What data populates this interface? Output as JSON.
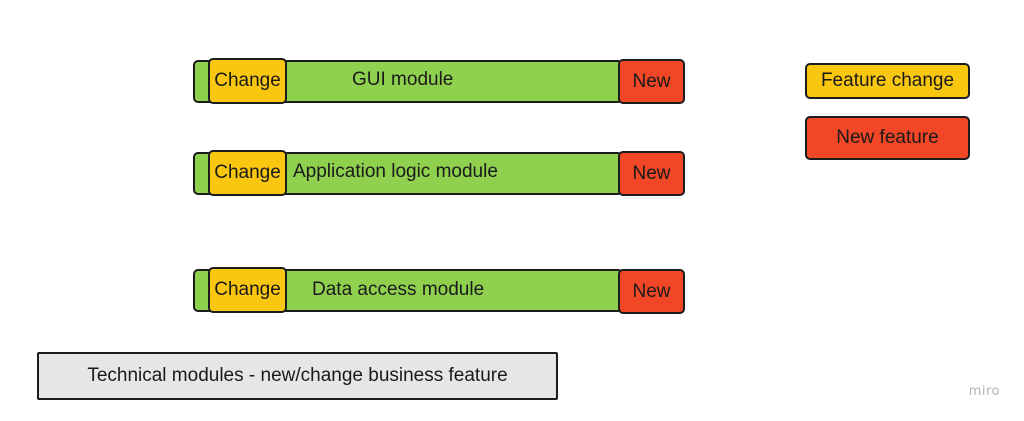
{
  "modules": [
    {
      "label": "GUI module",
      "change_label": "Change",
      "new_label": "New"
    },
    {
      "label": "Application logic module",
      "change_label": "Change",
      "new_label": "New"
    },
    {
      "label": "Data access module",
      "change_label": "Change",
      "new_label": "New"
    }
  ],
  "legend": {
    "feature_change": "Feature change",
    "new_feature": "New feature"
  },
  "caption": "Technical modules - new/change business feature",
  "watermark": "miro",
  "colors": {
    "module": "#8fd14f",
    "change": "#fac710",
    "new": "#f24726",
    "caption_bg": "#e6e6e6",
    "border": "#1c1c1c"
  }
}
